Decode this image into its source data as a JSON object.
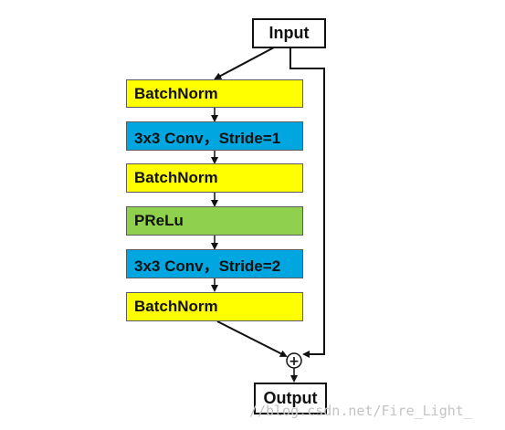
{
  "input_label": "Input",
  "output_label": "Output",
  "blocks": [
    {
      "label": "BatchNorm",
      "color": "#ffff00"
    },
    {
      "label": "3x3 Conv，Stride=1",
      "color": "#00a6e0"
    },
    {
      "label": "BatchNorm",
      "color": "#ffff00"
    },
    {
      "label": "PReLu",
      "color": "#8fd14f"
    },
    {
      "label": "3x3 Conv，Stride=2",
      "color": "#00a6e0"
    },
    {
      "label": "BatchNorm",
      "color": "#ffff00"
    }
  ],
  "add_symbol": "+",
  "watermark": "//blog.csdn.net/Fire_Light_"
}
